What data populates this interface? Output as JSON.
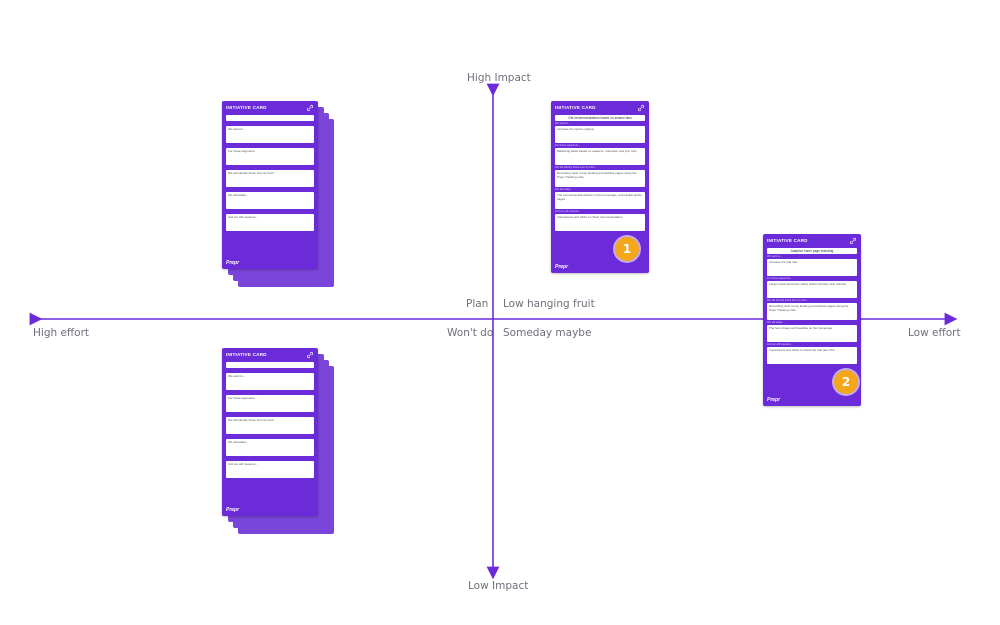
{
  "axes": {
    "top": "High Impact",
    "bottom": "Low Impact",
    "left": "High effort",
    "right": "Low effort"
  },
  "quadrants": {
    "top_left": "Plan",
    "top_right": "Low hanging fruit",
    "bottom_left": "Won't do",
    "bottom_right": "Someday maybe"
  },
  "colors": {
    "axis": "#6c2bd9",
    "card": "#6c2bd9",
    "card_shadow": "#7a45d9",
    "badge": "#f4a61d"
  },
  "card_template": {
    "header": "INITIATIVE CARD",
    "logo": "Prepr",
    "fields": [
      {
        "label": "",
        "value": "We want to..."
      },
      {
        "label": "",
        "value": "For these segments..."
      },
      {
        "label": "",
        "value": "We will identify these from by both..."
      },
      {
        "label": "",
        "value": "We will adapt..."
      },
      {
        "label": "",
        "value": "And we will measure..."
      }
    ]
  },
  "filled_card_1": {
    "header": "INITIATIVE CARD",
    "subtitle": "Get recommendations based on season fans",
    "logo": "Prepr",
    "fields": [
      {
        "label": "We want to...",
        "value": "Increase the sports margins"
      },
      {
        "label": "For these segments...",
        "value": "Marketing ideas based on seasons, rhetorical, and lyric trips"
      },
      {
        "label": "We will identify these from by both...",
        "value": "Recording visits to key landing and website pages using the Prepr Tracking code"
      },
      {
        "label": "We will adapt...",
        "value": "The recommended articles on the homepage, and similar article pages"
      },
      {
        "label": "And we will measure...",
        "value": "Impressions and clicks to check recommendation"
      }
    ],
    "badge": "1"
  },
  "filled_card_2": {
    "header": "INITIATIVE CARD",
    "subtitle": "Adaptive home page branding",
    "logo": "Prepr",
    "fields": [
      {
        "label": "We want to...",
        "value": "Increase the trial rate"
      },
      {
        "label": "For these segments...",
        "value": "Larger travel (business class) clients (Private Jets Clients)"
      },
      {
        "label": "We will identify these from by both...",
        "value": "Recording visits to key landing and website pages using the Prepr Tracking code"
      },
      {
        "label": "We will adapt...",
        "value": "The hero image and headline on the homepage"
      },
      {
        "label": "And we will measure...",
        "value": "Impressions and clicks to check the trial rate CTA"
      }
    ],
    "badge": "2"
  }
}
